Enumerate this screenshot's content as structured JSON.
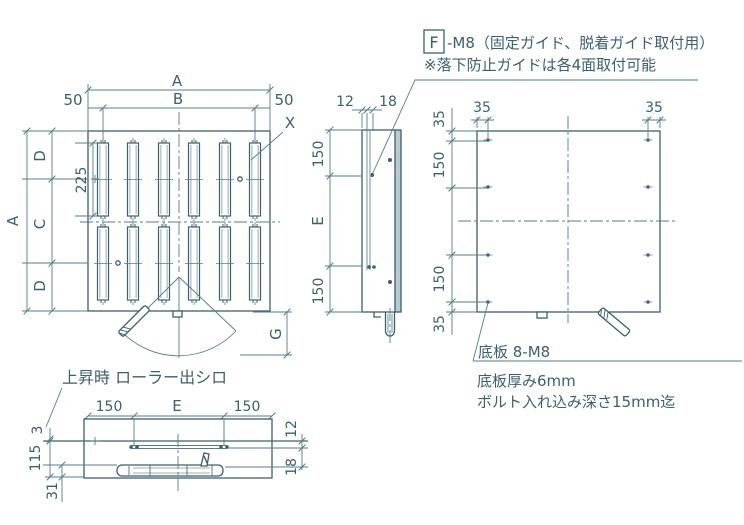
{
  "colors": {
    "line": "#3b606e",
    "dim": "#557e8c",
    "gray": "#a7bcc3",
    "background": "#ffffff"
  },
  "annotation": {
    "f_box": "F",
    "f_text": "-M8（固定ガイド、脱着ガイド取付用）",
    "f_note": "※落下防止ガイドは各4面取付可能"
  },
  "plan_view": {
    "dim_a_top": "A",
    "dim_b": "B",
    "dim_50_left": "50",
    "dim_50_right": "50",
    "dim_a_left": "A",
    "dim_d_top": "D",
    "dim_c": "C",
    "dim_d_bottom": "D",
    "dim_225": "225",
    "label_x": "X",
    "dim_g": "G"
  },
  "side_view": {
    "dim_12": "12",
    "dim_18": "18",
    "dim_150_top": "150",
    "dim_e": "E",
    "dim_150_bottom": "150"
  },
  "back_view": {
    "dim_35_top_left": "35",
    "dim_35_top_right": "35",
    "dim_35_left_top": "35",
    "dim_150_left_top": "150",
    "dim_150_left_bottom": "150",
    "dim_35_left_bottom": "35",
    "callout": "底板 8-M8",
    "note1": "底板厚み6mm",
    "note2": "ボルト入れ込み深さ15mm迄"
  },
  "lift_view": {
    "title": "上昇時 ローラー出シロ",
    "dim_150_left": "150",
    "dim_e": "E",
    "dim_150_right": "150",
    "dim_3": "3",
    "dim_115": "115",
    "dim_31": "31",
    "dim_12": "12",
    "dim_18": "18"
  }
}
